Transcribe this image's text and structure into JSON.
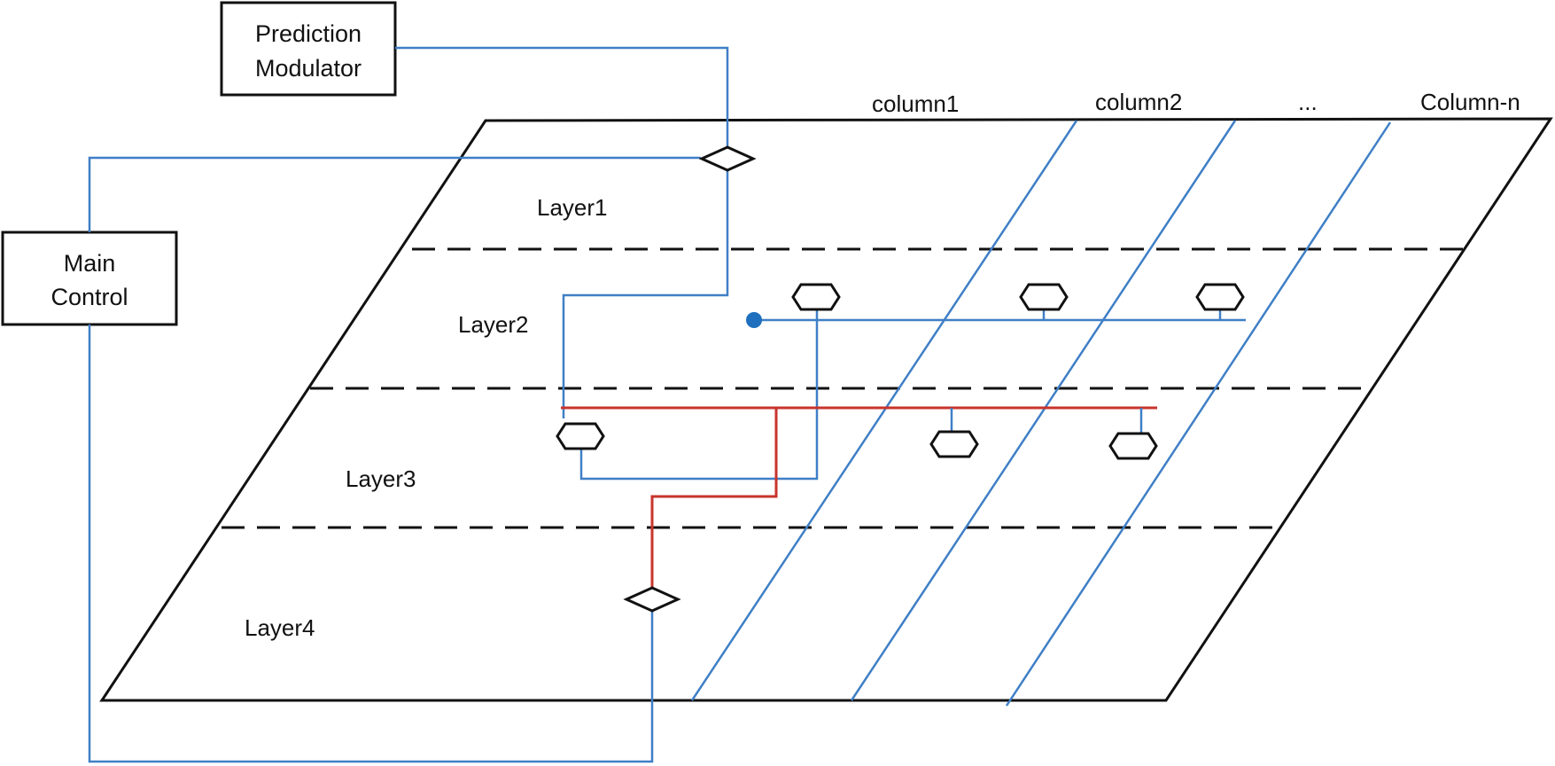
{
  "boxes": {
    "prediction_modulator": {
      "line1": "Prediction",
      "line2": "Modulator"
    },
    "main_control": {
      "line1": "Main",
      "line2": "Control"
    }
  },
  "columns": {
    "col1": "column1",
    "col2": "column2",
    "ellipsis": "...",
    "coln": "Column-n"
  },
  "layers": {
    "layer1": "Layer1",
    "layer2": "Layer2",
    "layer3": "Layer3",
    "layer4": "Layer4"
  },
  "colors": {
    "blue": "#3f7fc6",
    "red": "#c8342c",
    "black": "#111111",
    "dot": "#1f6fbf"
  }
}
